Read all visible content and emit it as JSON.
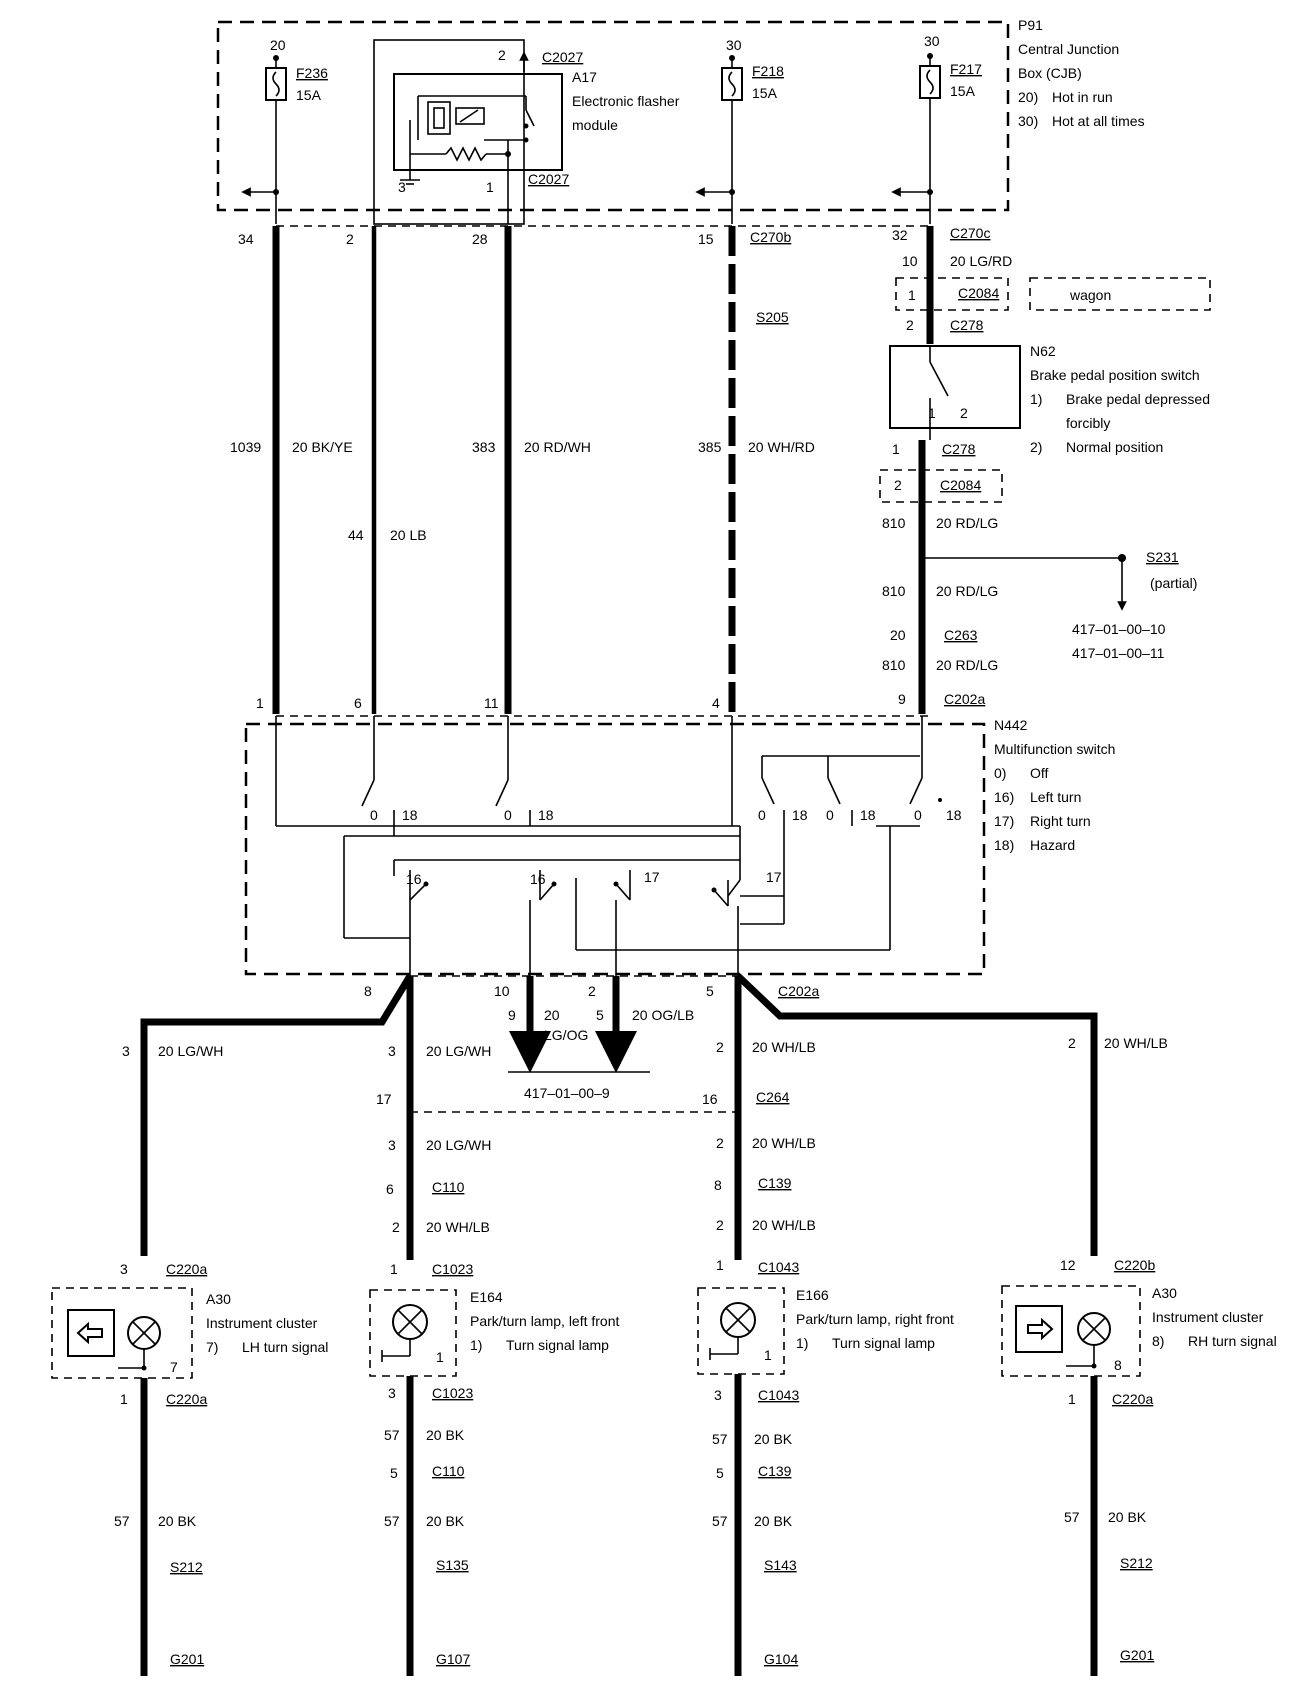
{
  "cjb": {
    "id": "P91",
    "name_1": "Central Junction",
    "name_2": "Box (CJB)",
    "legend_20": "20)",
    "legend_20_text": "Hot in run",
    "legend_30": "30)",
    "legend_30_text": "Hot at all times",
    "f236": {
      "feed": "20",
      "id": "F236",
      "rating": "15A"
    },
    "f218": {
      "feed": "30",
      "id": "F218",
      "rating": "15A"
    },
    "f217": {
      "feed": "30",
      "id": "F217",
      "rating": "15A"
    }
  },
  "flasher": {
    "id": "A17",
    "name_1": "Electronic flasher",
    "name_2": "module",
    "conn_top": "C2027",
    "conn_bottom": "C2027",
    "pin_2": "2",
    "pin_3": "3",
    "pin_1": "1"
  },
  "upper": {
    "c270b": "C270b",
    "c270c": "C270c",
    "s205": "S205",
    "pin_34": "34",
    "pin_2": "2",
    "pin_28": "28",
    "pin_15": "15",
    "pin_32": "32",
    "c1039": "1039",
    "w_bkye": "20 BK/YE",
    "c383": "383",
    "w_rdwh": "20 RD/WH",
    "c385": "385",
    "w_whrd": "20 WH/RD",
    "c44": "44",
    "w_lb": "20 LB"
  },
  "brake": {
    "c10": "10",
    "w_lgrd": "20 LG/RD",
    "c2084_pin": "1",
    "c2084": "C2084",
    "wagon": "wagon",
    "c278_pin": "2",
    "c278": "C278",
    "id": "N62",
    "name": "Brake pedal position switch",
    "n1": "1)",
    "n1_text_1": "Brake pedal depressed",
    "n1_text_2": "forcibly",
    "n2": "2)",
    "n2_text": "Normal position",
    "sw_pin_1": "1",
    "sw_pin_2": "2",
    "c278b_pin": "1",
    "c278b": "C278",
    "c2084b_pin": "2",
    "c2084b": "C2084",
    "c810a": "810",
    "w_rdlg_a": "20 RD/LG",
    "s231": "S231",
    "s231_note": "(partial)",
    "ref_1": "417–01–00–10",
    "ref_2": "417–01–00–11",
    "c810b": "810",
    "w_rdlg_b": "20 RD/LG",
    "c263_pin": "20",
    "c263": "C263",
    "c810c": "810",
    "w_rdlg_c": "20 RD/LG",
    "c202a_pin": "9",
    "c202a": "C202a"
  },
  "mfs": {
    "id": "N442",
    "name": "Multifunction switch",
    "l0": "0)",
    "l0_text": "Off",
    "l16": "16)",
    "l16_text": "Left turn",
    "l17": "17)",
    "l17_text": "Right turn",
    "l18": "18)",
    "l18_text": "Hazard",
    "pin_1": "1",
    "pin_6": "6",
    "pin_11": "11",
    "pin_4": "4",
    "p0a": "0",
    "p18a": "18",
    "p0b": "0",
    "p18b": "18",
    "p0c": "0",
    "p18c": "18",
    "p0d": "0",
    "p18d": "18",
    "p0e": "0",
    "p18e": "18",
    "p16a": "16",
    "p16b": "16",
    "p17a": "17",
    "p17b": "17"
  },
  "lower": {
    "pin_8": "8",
    "pin_10": "10",
    "pin_2": "2",
    "pin_5": "5",
    "c202a": "C202a",
    "lg_wh_c": "3",
    "lg_wh": "20 LG/WH",
    "lgwh2_c": "3",
    "lgwh2": "20 LG/WH",
    "lgog_c": "9",
    "lgog_1": "20",
    "lgog_2": "LG/OG",
    "ogl_c": "5",
    "ogl": "20 OG/LB",
    "ref": "417–01–00–9",
    "whlb1_c": "2",
    "whlb1": "20 WH/LB",
    "whlb2_c": "2",
    "whlb2": "20 WH/LB",
    "c264_pin_l": "17",
    "c264_pin_r": "16",
    "c264": "C264",
    "lgwh3_c": "3",
    "lgwh3": "20 LG/WH",
    "whlb3_c": "2",
    "whlb3": "20 WH/LB",
    "c110_pin": "6",
    "c110": "C110",
    "c139_pin": "8",
    "c139": "C139",
    "whlb4_c": "2",
    "whlb4": "20 WH/LB",
    "whlb5_c": "2",
    "whlb5": "20 WH/LB"
  },
  "cluster_lh": {
    "pin_top": "3",
    "conn_top": "C220a",
    "id": "A30",
    "name": "Instrument cluster",
    "item": "7)",
    "item_text": "LH turn signal",
    "pin_inner": "7",
    "pin_bot": "1",
    "conn_bot": "C220a",
    "gnd_c": "57",
    "gnd_w": "20 BK",
    "splice": "S212",
    "ground": "G201"
  },
  "lamp_lf": {
    "pin_top": "1",
    "conn_top": "C1023",
    "id": "E164",
    "name": "Park/turn lamp, left front",
    "item": "1)",
    "item_text": "Turn signal lamp",
    "pin_inner": "1",
    "pin_bot": "3",
    "conn_bot": "C1023",
    "g1_c": "57",
    "g1_w": "20 BK",
    "c110_pin": "5",
    "c110": "C110",
    "g2_c": "57",
    "g2_w": "20 BK",
    "splice": "S135",
    "ground": "G107"
  },
  "lamp_rf": {
    "pin_top": "1",
    "conn_top": "C1043",
    "id": "E166",
    "name": "Park/turn lamp, right front",
    "item": "1)",
    "item_text": "Turn signal lamp",
    "pin_inner": "1",
    "pin_bot": "3",
    "conn_bot": "C1043",
    "g1_c": "57",
    "g1_w": "20 BK",
    "c139_pin": "5",
    "c139": "C139",
    "g2_c": "57",
    "g2_w": "20 BK",
    "splice": "S143",
    "ground": "G104"
  },
  "cluster_rh": {
    "pin_top": "12",
    "conn_top": "C220b",
    "id": "A30",
    "name": "Instrument cluster",
    "item": "8)",
    "item_text": "RH turn signal",
    "pin_inner": "8",
    "pin_bot": "1",
    "conn_bot": "C220a",
    "gnd_c": "57",
    "gnd_w": "20 BK",
    "splice": "S212",
    "ground": "G201"
  },
  "colors": {
    "ink": "#000000",
    "paper": "#ffffff"
  }
}
